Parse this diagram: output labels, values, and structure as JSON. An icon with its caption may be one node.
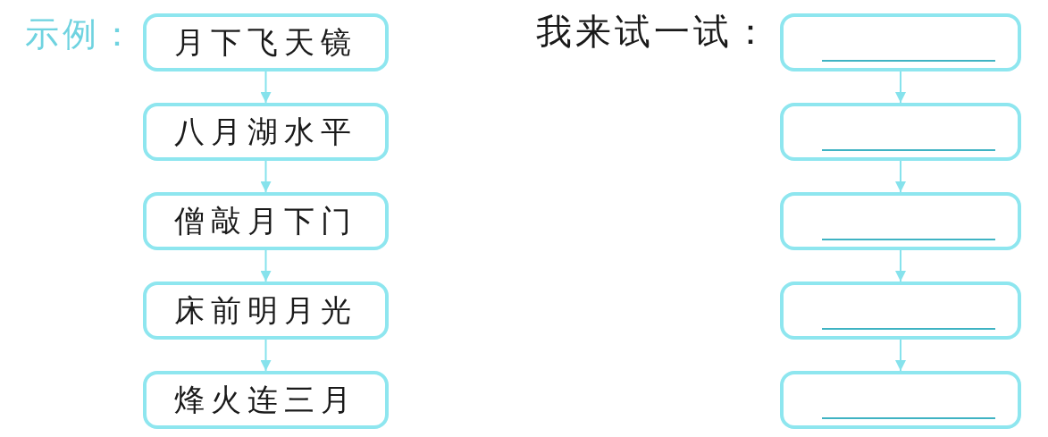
{
  "diagram": {
    "nodes": [
      {
        "text": [
          "月下飞天镜"
        ]
      },
      {
        "text": [
          "八月湖水平"
        ]
      },
      {
        "text": [
          "僧敲月下门"
        ]
      },
      {
        "text": [
          "床前明月光"
        ]
      },
      {
        "text": [
          "烽火连三月"
        ]
      },
      {
        "text": [],
        "shape": "box"
      },
      {
        "text": [],
        "shape": "box"
      },
      {
        "text": [],
        "shape": "box"
      },
      {
        "text": [],
        "shape": "box"
      },
      {
        "text": [],
        "shape": "box"
      }
    ],
    "edges": [
      {
        "from": 0,
        "to": 1,
        "arrow": "to"
      },
      {
        "from": 1,
        "to": 2,
        "arrow": "to"
      },
      {
        "from": 2,
        "to": 3,
        "arrow": "to"
      },
      {
        "from": 3,
        "to": 4,
        "arrow": "to"
      },
      {
        "from": 5,
        "to": 6,
        "arrow": "to"
      },
      {
        "from": 6,
        "to": 7,
        "arrow": "to"
      },
      {
        "from": 7,
        "to": 8,
        "arrow": "to"
      },
      {
        "from": 8,
        "to": 9,
        "arrow": "to"
      }
    ],
    "labels": [
      "示例：",
      "我来试一试："
    ]
  }
}
